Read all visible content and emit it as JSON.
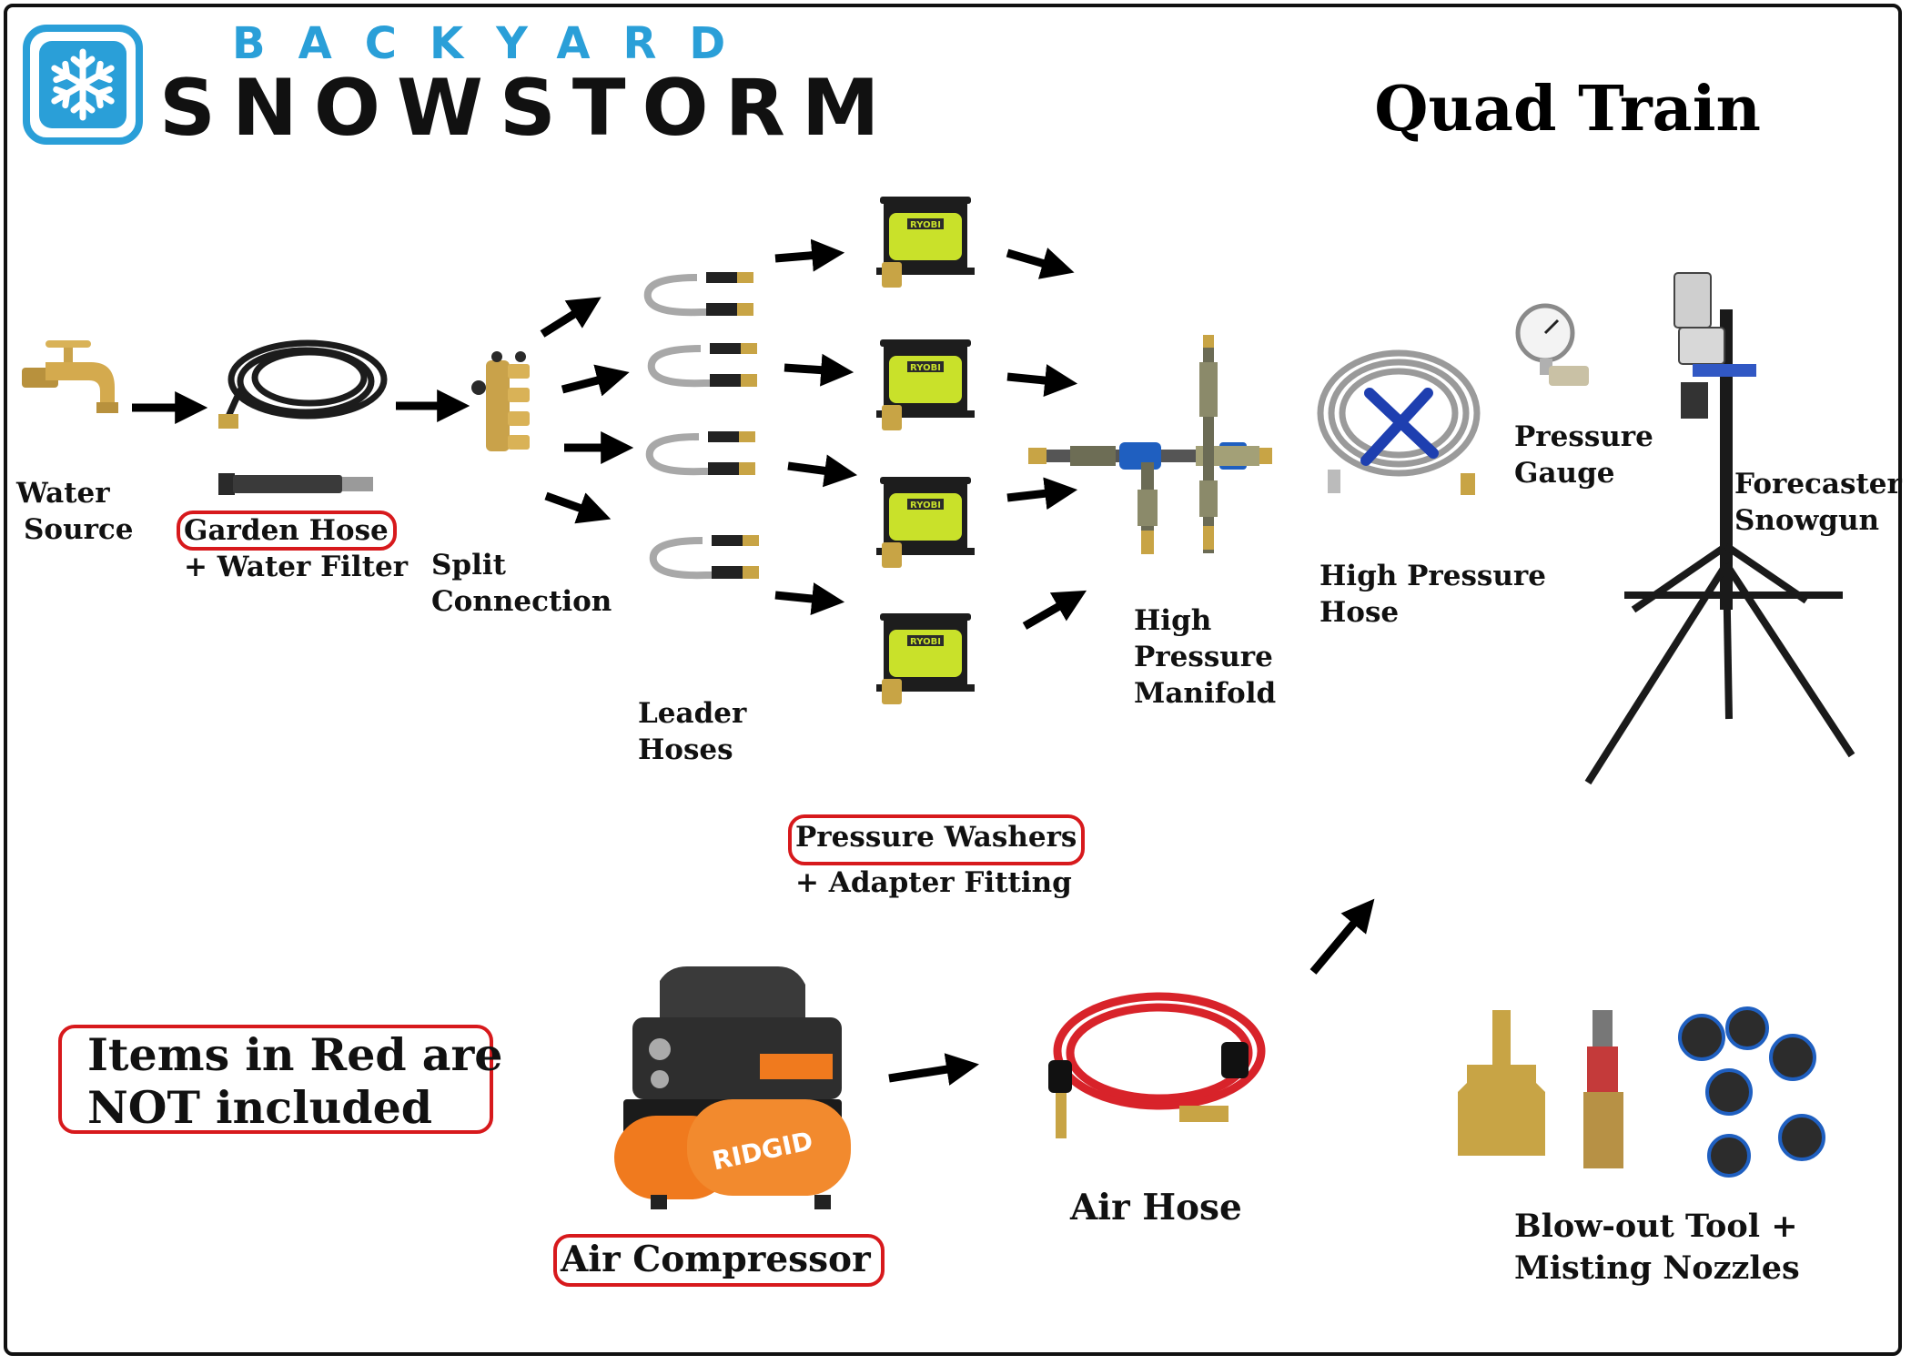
{
  "logo": {
    "top_text": "BACKYARD",
    "bottom_text": "SNOWSTORM",
    "icon": "snowflake-icon",
    "colors": {
      "blue": "#2a9fd8",
      "dark": "#111111"
    }
  },
  "title": "Quad Train",
  "labels": {
    "water_source": [
      "Water",
      "Source"
    ],
    "garden_hose": "Garden Hose",
    "water_filter": "+ Water Filter",
    "split_connection": [
      "Split",
      "Connection"
    ],
    "leader_hoses": [
      "Leader",
      "Hoses"
    ],
    "pressure_washers": "Pressure Washers",
    "adapter_fitting": "+ Adapter Fitting",
    "manifold": [
      "High",
      "Pressure",
      "Manifold"
    ],
    "high_pressure_hose": [
      "High Pressure",
      "Hose"
    ],
    "pressure_gauge": [
      "Pressure",
      "Gauge"
    ],
    "snowgun": [
      "Forecaster",
      "Snowgun"
    ],
    "air_compressor": "Air Compressor",
    "air_hose": "Air Hose",
    "blowout": [
      "Blow-out Tool +",
      "Misting Nozzles"
    ]
  },
  "note": [
    "Items in Red are",
    "NOT included"
  ],
  "components": [
    {
      "name": "faucet-icon"
    },
    {
      "name": "garden-hose-icon"
    },
    {
      "name": "water-filter-icon"
    },
    {
      "name": "splitter-icon"
    },
    {
      "name": "leader-hose-icon",
      "count": 4
    },
    {
      "name": "pressure-washer-icon",
      "count": 4,
      "brand": "RYOBI"
    },
    {
      "name": "manifold-icon"
    },
    {
      "name": "high-pressure-hose-icon"
    },
    {
      "name": "pressure-gauge-icon"
    },
    {
      "name": "snowgun-tripod-icon"
    },
    {
      "name": "air-compressor-icon",
      "brand": "RIDGID"
    },
    {
      "name": "air-hose-icon"
    },
    {
      "name": "blowout-nozzles-icon"
    }
  ],
  "colors": {
    "not_included_outline": "#d7191c",
    "washer_green": "#c9e12a",
    "compressor_orange": "#f07a1e",
    "air_hose_red": "#d8232a"
  }
}
